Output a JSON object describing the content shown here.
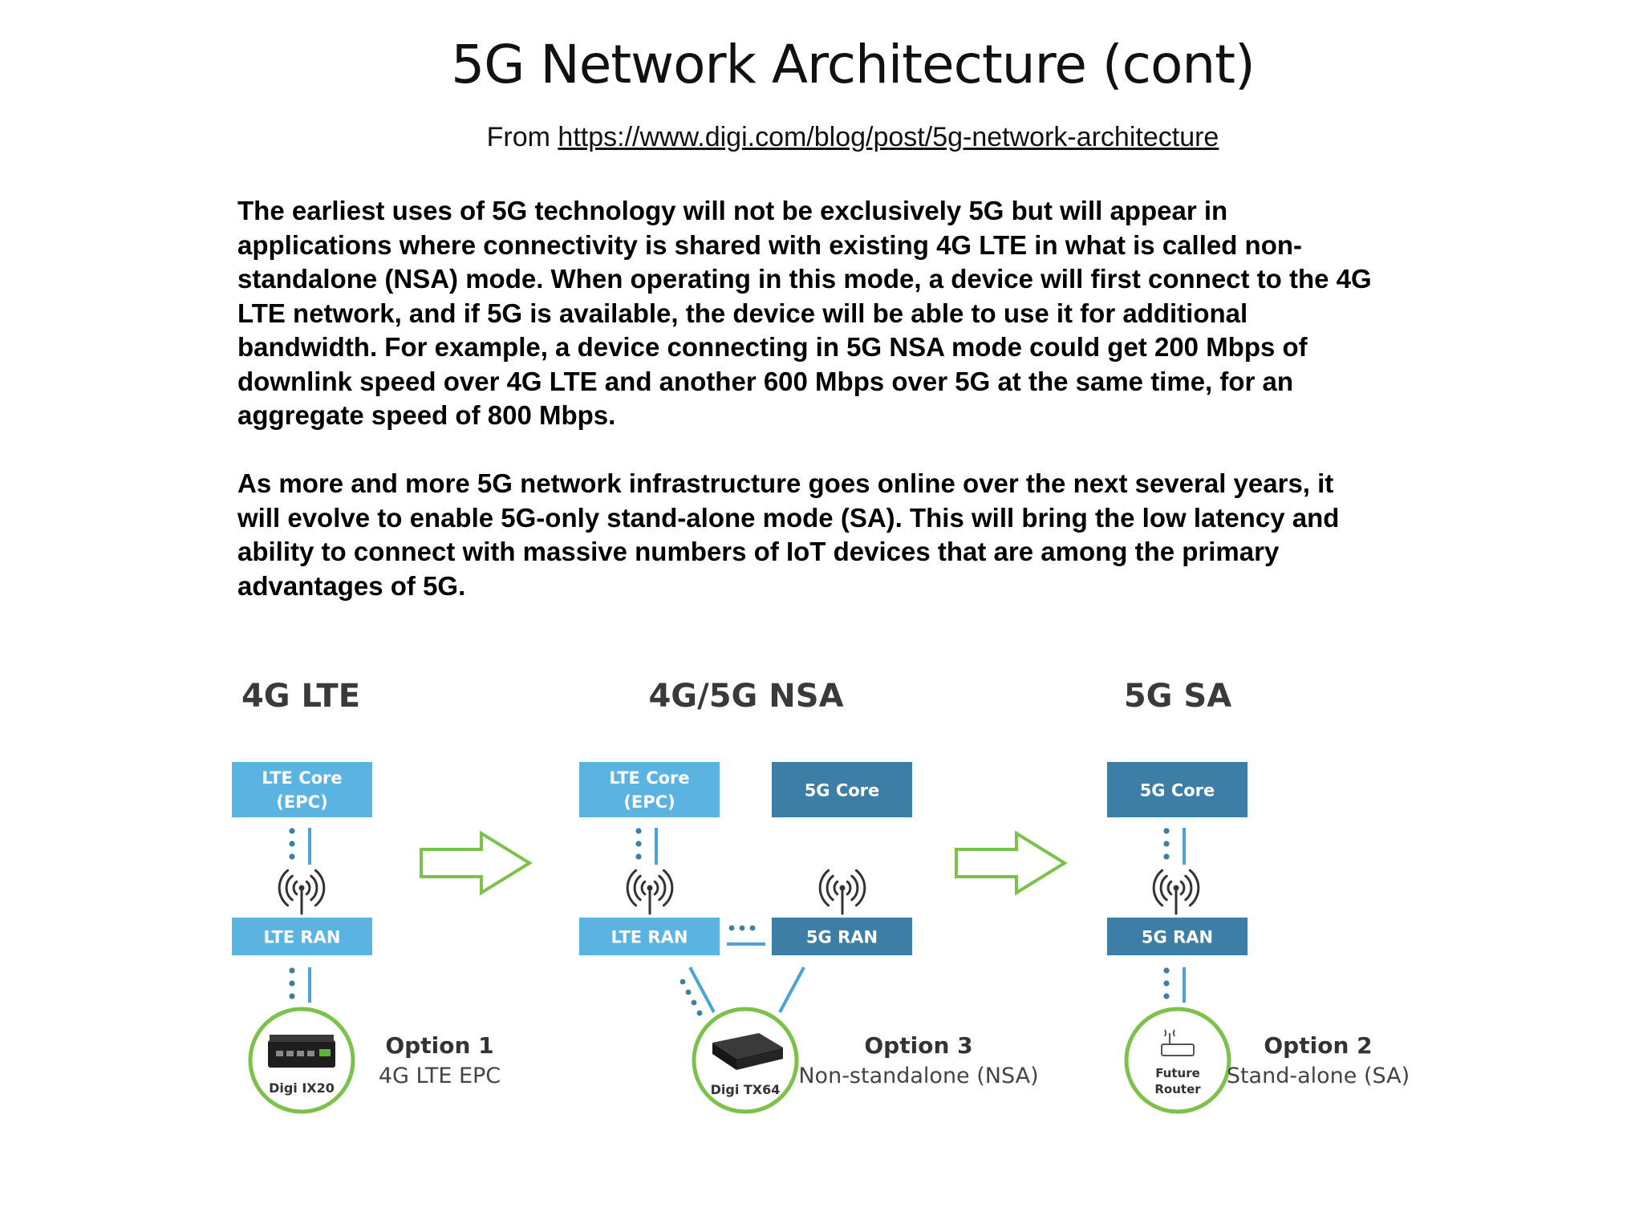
{
  "slide": {
    "title": "5G Network Architecture (cont)",
    "source_prefix": "From",
    "source_url": "https://www.digi.com/blog/post/5g-network-architecture",
    "paragraph_1": "The earliest uses of 5G technology will not be exclusively 5G but will appear in applications where connectivity is shared with existing 4G LTE in what is called non-standalone (NSA) mode. When operating in this mode, a device will first connect to the 4G LTE network, and if 5G is available, the device will be able to use it for additional bandwidth. For example, a device connecting in 5G NSA mode could get 200 Mbps of downlink speed over 4G LTE and another 600 Mbps over 5G at the same time, for an aggregate speed of 800 Mbps.",
    "paragraph_2": "As more and more 5G network infrastructure goes online over the next several years, it will evolve to enable 5G-only stand-alone mode (SA). This will bring the low latency and ability to connect with massive numbers of IoT devices that are among the primary advantages of 5G."
  },
  "diagram": {
    "colors": {
      "lte_box": "#5ab3e0",
      "nr_box": "#3d7ea6",
      "heading": "#3a3a3a",
      "arrow": "#7cc24a",
      "circle": "#7cc24a",
      "dots": "#3d7ea6",
      "line": "#4aa3d8",
      "caption": "#444444"
    },
    "columns": [
      {
        "heading": "4G LTE",
        "core_lte": [
          "LTE Core",
          "(EPC)"
        ],
        "ran_lte": "LTE RAN",
        "device": "Digi IX20",
        "option_title": "Option 1",
        "option_subtitle": "4G LTE EPC"
      },
      {
        "heading": "4G/5G NSA",
        "core_lte": [
          "LTE Core",
          "(EPC)"
        ],
        "core_5g": "5G Core",
        "ran_lte": "LTE RAN",
        "ran_5g": "5G RAN",
        "device": "Digi TX64",
        "option_title": "Option 3",
        "option_subtitle": "Non-standalone (NSA)"
      },
      {
        "heading": "5G SA",
        "core_5g": "5G Core",
        "ran_5g": "5G RAN",
        "device": [
          "Future",
          "Router"
        ],
        "option_title": "Option 2",
        "option_subtitle": "Stand-alone (SA)"
      }
    ]
  }
}
